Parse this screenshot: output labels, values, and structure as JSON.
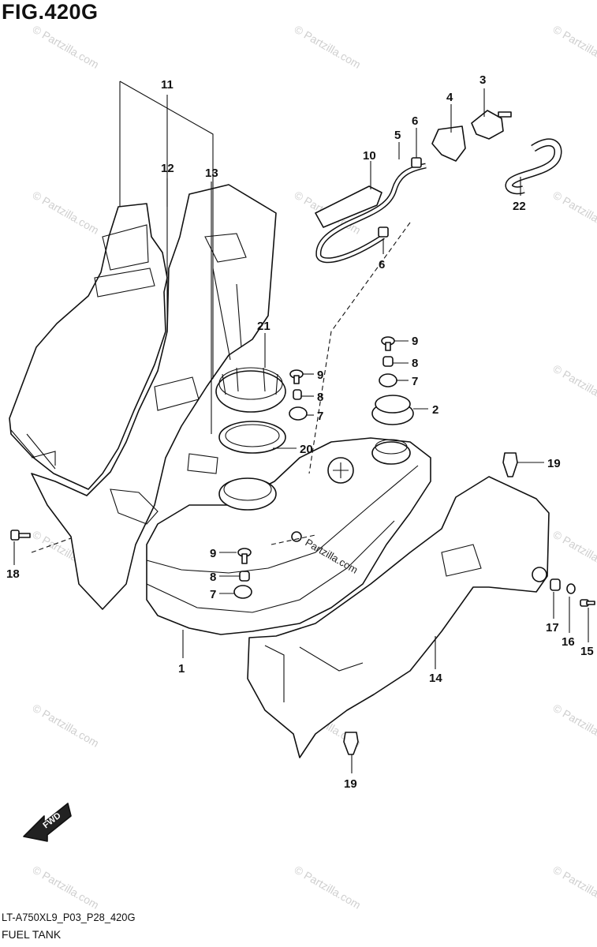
{
  "figure": {
    "title": "FIG.420G",
    "code": "LT-A750XL9_P03_P28_420G",
    "name": "FUEL TANK"
  },
  "watermark": "© Partzilla.com",
  "center_watermark": "Partzilla.com",
  "fwd_label": "FWD",
  "callouts": {
    "c1": "1",
    "c2": "2",
    "c3": "3",
    "c4": "4",
    "c5": "5",
    "c6a": "6",
    "c6b": "6",
    "c7a": "7",
    "c7b": "7",
    "c7c": "7",
    "c8a": "8",
    "c8b": "8",
    "c8c": "8",
    "c9a": "9",
    "c9b": "9",
    "c9c": "9",
    "c10": "10",
    "c11": "11",
    "c12": "12",
    "c13": "13",
    "c14": "14",
    "c15": "15",
    "c16": "16",
    "c17": "17",
    "c18": "18",
    "c19a": "19",
    "c19b": "19",
    "c20": "20",
    "c21": "21",
    "c22": "22"
  }
}
